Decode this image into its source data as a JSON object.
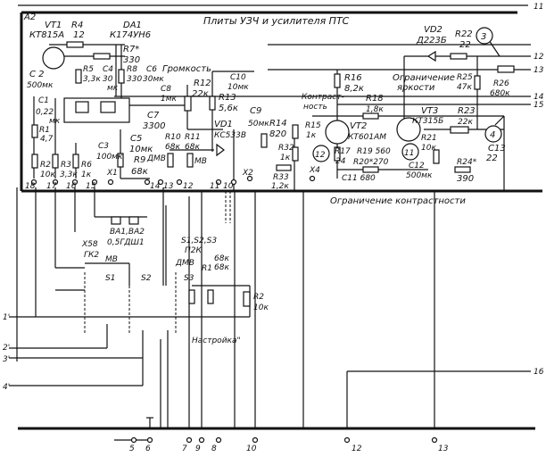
{
  "title": "Плиты УЗЧ и усилителя ПТС",
  "block": "A2",
  "notes": {
    "brightness_limit_1": "Ограничение",
    "brightness_limit_2": "яркости",
    "contrast_limit": "Ограничение контрастности",
    "volume": "Громкость",
    "contrast_1": "Контраст-",
    "contrast_2": "ность",
    "tuning": "Настройка\""
  },
  "components": {
    "VT1": "VT1",
    "VT1v": "КТ815А",
    "R4": "R4",
    "R4v": "12",
    "DA1": "DA1",
    "DA1v": "К174УН6",
    "R7": "R7*",
    "R7v": "330",
    "R5": "R5",
    "R5v": "3,3к",
    "C4": "C4",
    "C4v": "30",
    "C4u": "мк",
    "R8": "R8",
    "R8v": "330",
    "C6": "C6",
    "C6v": "30мк",
    "C8": "C8",
    "C8v": "1мк",
    "R12": "R12",
    "R12v": "22к",
    "C10": "C10",
    "C10v": "10мк",
    "R13": "R13",
    "R13v": "5,6к",
    "C9": "C9",
    "C9v": "50мк",
    "R14": "R14",
    "R14v": "820",
    "VD1": "VD1",
    "VD1v": "КС533В",
    "C2": "C 2",
    "C2v": "500мк",
    "C1": "C1",
    "C1v": "0,22",
    "C1u": "мк",
    "R1": "R1",
    "R1v": "4,7",
    "C7": "C7",
    "C7v": "3300",
    "C5": "C5",
    "C5v": "10мк",
    "C3": "C3",
    "C3v": "100мк",
    "R9": "R9",
    "R9v": "68к",
    "R10": "R10",
    "R10v": "68к",
    "R11": "R11",
    "R11v": "68к",
    "DMV": "ДМВ",
    "MV": "МВ",
    "R2": "R2",
    "R2v": "10к",
    "R3": "R3",
    "R3v": "3,3к",
    "R6": "R6",
    "R6v": "1к",
    "X1": "X1",
    "X2": "X2",
    "X4": "X4",
    "VD2": "VD2",
    "VD2v": "Д223Б",
    "R22": "R22",
    "R22v": "22",
    "R25": "R25",
    "R25v": "47к",
    "R26": "R26",
    "R26v": "680к",
    "R16": "R16",
    "R16v": "8,2к",
    "R18": "R18",
    "R18v": "1,8к",
    "VT2": "VT2",
    "VT2v": "КТ601АМ",
    "VT3": "VT3",
    "VT3v": "КТ315Б",
    "R23": "R23",
    "R23v": "22к",
    "C13": "C13",
    "C13v": "22",
    "R15": "R15",
    "R15v": "1к",
    "R32": "R32",
    "R32v": "1к",
    "R33": "R33",
    "R33v": "1,2к",
    "R17": "R17",
    "R17v": "24",
    "R19": "R19 560",
    "R20": "R20*270",
    "R21": "R21",
    "R21v": "10к",
    "C12": "C12",
    "C12v": "500мк",
    "R24": "R24*",
    "R24v": "390",
    "C11": "C11 680",
    "BA": "ВА1,ВА2",
    "BAv": "0,5ГДШ1",
    "X58": "X58",
    "X58v": "ГК2",
    "S1": "S1",
    "S2": "S2",
    "S3": "S3",
    "S123": "S1,S2,S3",
    "S123v": "П2К",
    "R1b": "R1",
    "R1bv": "68к",
    "R2bv": "68к",
    "R2b": "R2",
    "R2bv10": "10к"
  },
  "callouts": [
    "3",
    "4",
    "11",
    "12"
  ],
  "block_pins": [
    "18",
    "17",
    "16",
    "15",
    "14",
    "13",
    "12",
    "11",
    "10"
  ],
  "right_outputs": [
    "11",
    "12",
    "13",
    "14",
    "15",
    "16"
  ],
  "left_inputs": [
    "1'",
    "2'",
    "3'",
    "4'"
  ],
  "bottom_terminals": [
    "5",
    "6",
    "7",
    "8",
    "9",
    "10",
    "12",
    "13"
  ]
}
